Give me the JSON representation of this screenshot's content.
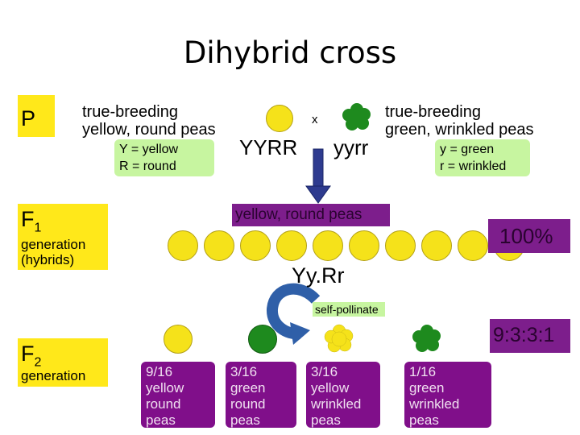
{
  "title": "Dihybrid cross",
  "p": {
    "label": "P",
    "left_desc_line1": "true-breeding",
    "left_desc_line2": "yellow, round peas",
    "left_key_line1": "Y = yellow",
    "left_key_line2": "R = round",
    "left_genotype": "YYRR",
    "cross": "x",
    "right_genotype": "yyrr",
    "right_desc_line1": "true-breeding",
    "right_desc_line2": "green, wrinkled peas",
    "right_key_line1": "y = green",
    "right_key_line2": "r = wrinkled"
  },
  "f1": {
    "label_main": "F",
    "label_sub": "1",
    "label_line2": "generation",
    "label_line3": "(hybrids)",
    "phenotype": "yellow, round peas",
    "percent": "100%",
    "genotype": "Yy.Rr",
    "pea_count": 10
  },
  "self_pollinate": "self-pollinate",
  "f2": {
    "label_main": "F",
    "label_sub": "2",
    "label_line2": "generation",
    "ratio": "9:3:3:1",
    "boxes": [
      {
        "fraction": "9/16",
        "color": "yellow",
        "shape": "round",
        "word": "peas"
      },
      {
        "fraction": "3/16",
        "color": "green",
        "shape": "round",
        "word": "peas"
      },
      {
        "fraction": "3/16",
        "color": "yellow",
        "shape": "wrinkled",
        "word": "peas"
      },
      {
        "fraction": "1/16",
        "color": "green",
        "shape": "wrinkled",
        "word": "peas"
      }
    ]
  },
  "colors": {
    "yellow_pea": "#f5e21a",
    "green_pea": "#1e8a1e",
    "generation_box": "#ffe81a",
    "key_box": "#c7f5a0",
    "purple": "#800f8a",
    "arrow": "#2e3b8f"
  }
}
